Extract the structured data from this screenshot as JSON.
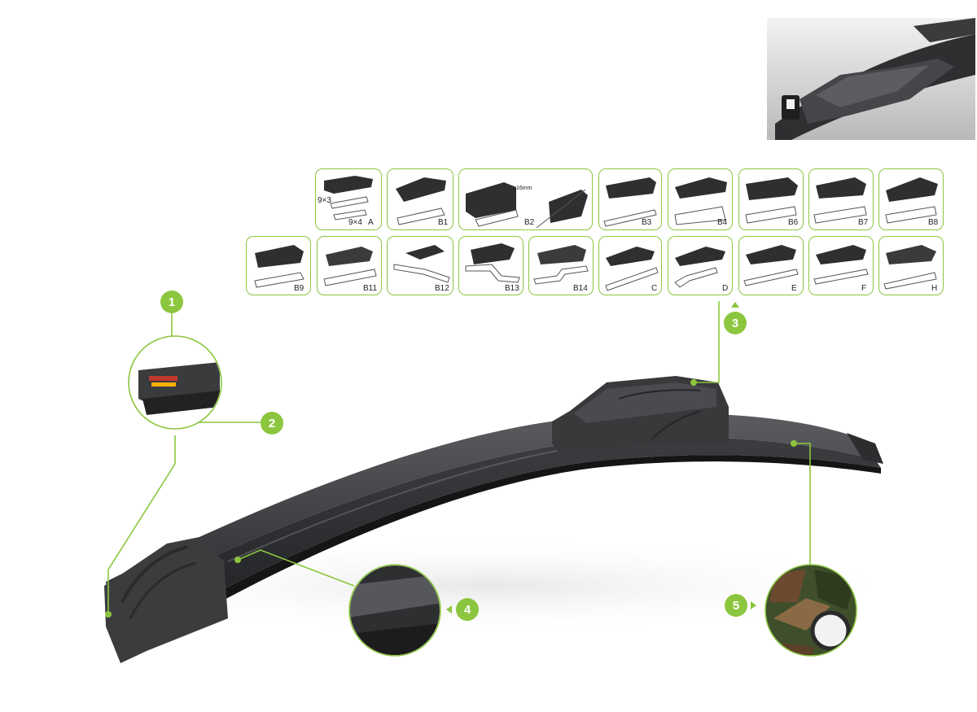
{
  "colors": {
    "accent": "#8cc63f",
    "blade": "#3a3b3d"
  },
  "adapters": {
    "row1": [
      {
        "id": "a",
        "label": "A",
        "extra1": "9×3",
        "extra2": "9×4"
      },
      {
        "id": "b1",
        "label": "B1"
      },
      {
        "id": "b2",
        "label": "B2",
        "extra1": "16mm"
      },
      {
        "id": "b3",
        "label": "B3"
      },
      {
        "id": "b4",
        "label": "B4"
      },
      {
        "id": "b6",
        "label": "B6"
      },
      {
        "id": "b7",
        "label": "B7"
      },
      {
        "id": "b8",
        "label": "B8"
      }
    ],
    "row2": [
      {
        "id": "b9",
        "label": "B9"
      },
      {
        "id": "b11",
        "label": "B11"
      },
      {
        "id": "b12",
        "label": "B12"
      },
      {
        "id": "b13",
        "label": "B13"
      },
      {
        "id": "b14",
        "label": "B14"
      },
      {
        "id": "c",
        "label": "C"
      },
      {
        "id": "d",
        "label": "D"
      },
      {
        "id": "e",
        "label": "E"
      },
      {
        "id": "f",
        "label": "F"
      },
      {
        "id": "h",
        "label": "H"
      }
    ]
  },
  "callouts": [
    "1",
    "2",
    "3",
    "4",
    "5"
  ]
}
